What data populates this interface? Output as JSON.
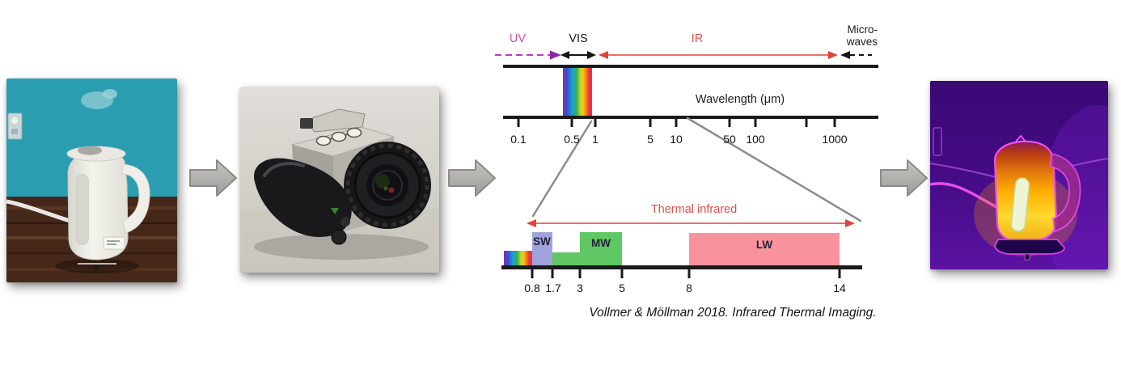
{
  "figure": {
    "panels": {
      "kettle_photo": {
        "alt": "White electric kettle on a wooden table against a teal wall"
      },
      "camera_photo": {
        "alt": "Handheld thermal infrared camera"
      },
      "thermal_image": {
        "alt": "False-colour thermal image of the heated kettle"
      }
    },
    "arrow_color": "#a9a8a4"
  },
  "spectrum": {
    "regions": {
      "uv": {
        "label": "UV",
        "color": "#cf4f9f"
      },
      "vis": {
        "label": "VIS",
        "color": "#1c1c1c"
      },
      "ir": {
        "label": "IR",
        "color": "#e0514b"
      },
      "micro_line1": "Micro-",
      "micro_line2": "waves"
    },
    "axis_title": "Wavelength (μm)",
    "top_ticks": [
      "0.1",
      "0.5",
      "1",
      "5",
      "10",
      "50",
      "100",
      "1000"
    ],
    "detail": {
      "title": "Thermal infrared",
      "title_color": "#e0514b",
      "bands": [
        {
          "label": "SW",
          "from_um": 0.8,
          "to_um": 1.7,
          "color": "#9fa3da"
        },
        {
          "label": "MW",
          "from_um": 1.7,
          "to_um": 5,
          "color": "#5fc763"
        },
        {
          "label": "LW",
          "from_um": 8,
          "to_um": 14,
          "color": "#f8939e"
        }
      ],
      "ticks": [
        "0.8",
        "1.7",
        "3",
        "5",
        "8",
        "14"
      ]
    },
    "caption": "Vollmer & Möllman 2018. Infrared Thermal Imaging."
  }
}
